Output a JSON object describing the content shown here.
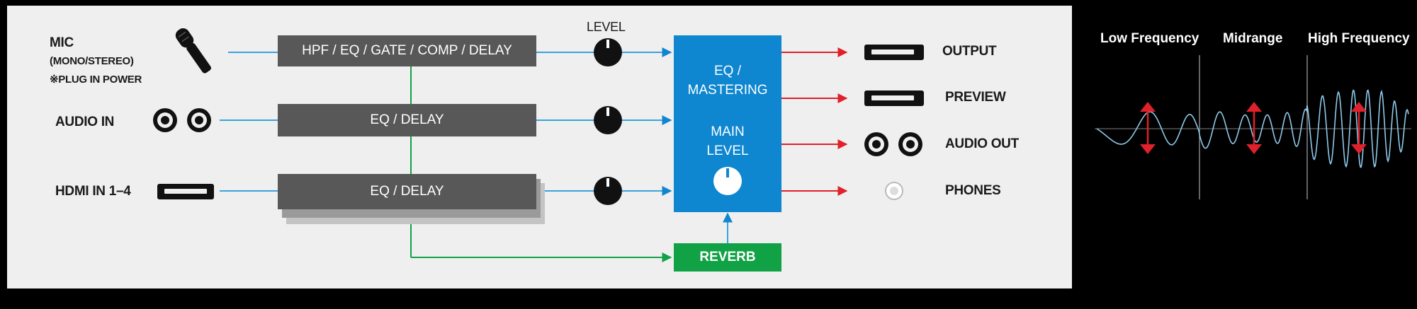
{
  "inputs": {
    "mic": {
      "label": "MIC",
      "mode": "(MONO/STEREO)",
      "plugin": "※PLUG IN POWER"
    },
    "audio_in": "AUDIO IN",
    "hdmi_in": "HDMI IN 1–4"
  },
  "processing": {
    "mic_chain": "HPF / EQ / GATE / COMP / DELAY",
    "audio_chain": "EQ / DELAY",
    "hdmi_chain": "EQ / DELAY",
    "level_label": "LEVEL"
  },
  "main": {
    "title_line1": "EQ /",
    "title_line2": "MASTERING",
    "level_line1": "MAIN",
    "level_line2": "LEVEL"
  },
  "reverb": "REVERB",
  "outputs": {
    "output": "OUTPUT",
    "preview": "PREVIEW",
    "audio_out": "AUDIO OUT",
    "phones": "PHONES"
  },
  "eq_bands": {
    "low": "Low Frequency",
    "mid": "Midrange",
    "high": "High Frequency"
  },
  "colors": {
    "blue": "#0e86d0",
    "green": "#10a245",
    "red": "#e0202a",
    "box": "#585858",
    "wave": "#8ec9ea"
  }
}
